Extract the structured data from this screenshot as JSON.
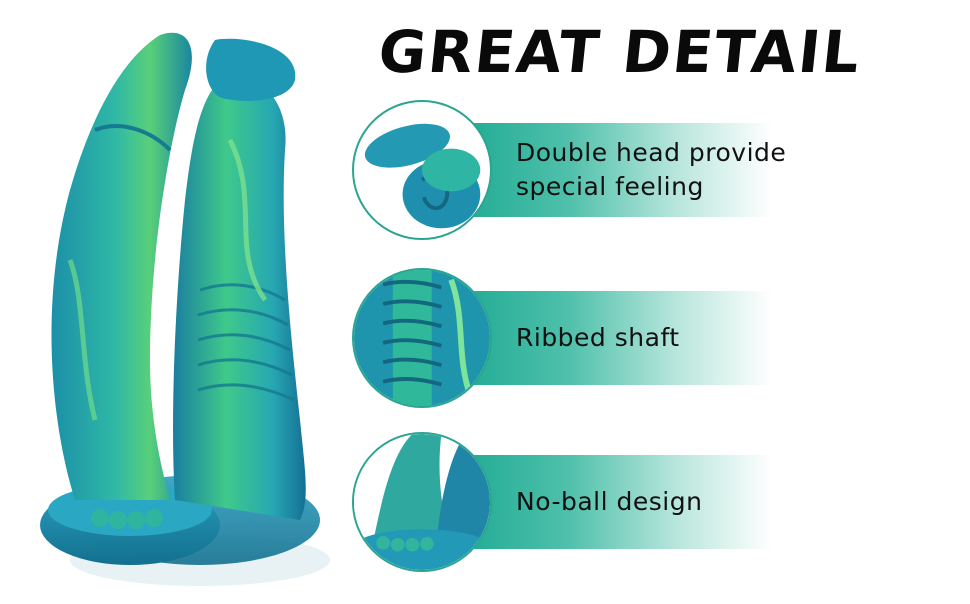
{
  "title": "GREAT DETAIL",
  "features": [
    {
      "icon": "double-head-closeup",
      "label": "Double head provide special feeling"
    },
    {
      "icon": "ribbed-shaft-closeup",
      "label": "Ribbed shaft"
    },
    {
      "icon": "no-ball-base-closeup",
      "label": "No-ball design"
    }
  ],
  "colors": {
    "accent": "#13a58d",
    "product_teal": "#1a9fb0",
    "product_green": "#3fcf7a",
    "title": "#0a0a0a"
  }
}
